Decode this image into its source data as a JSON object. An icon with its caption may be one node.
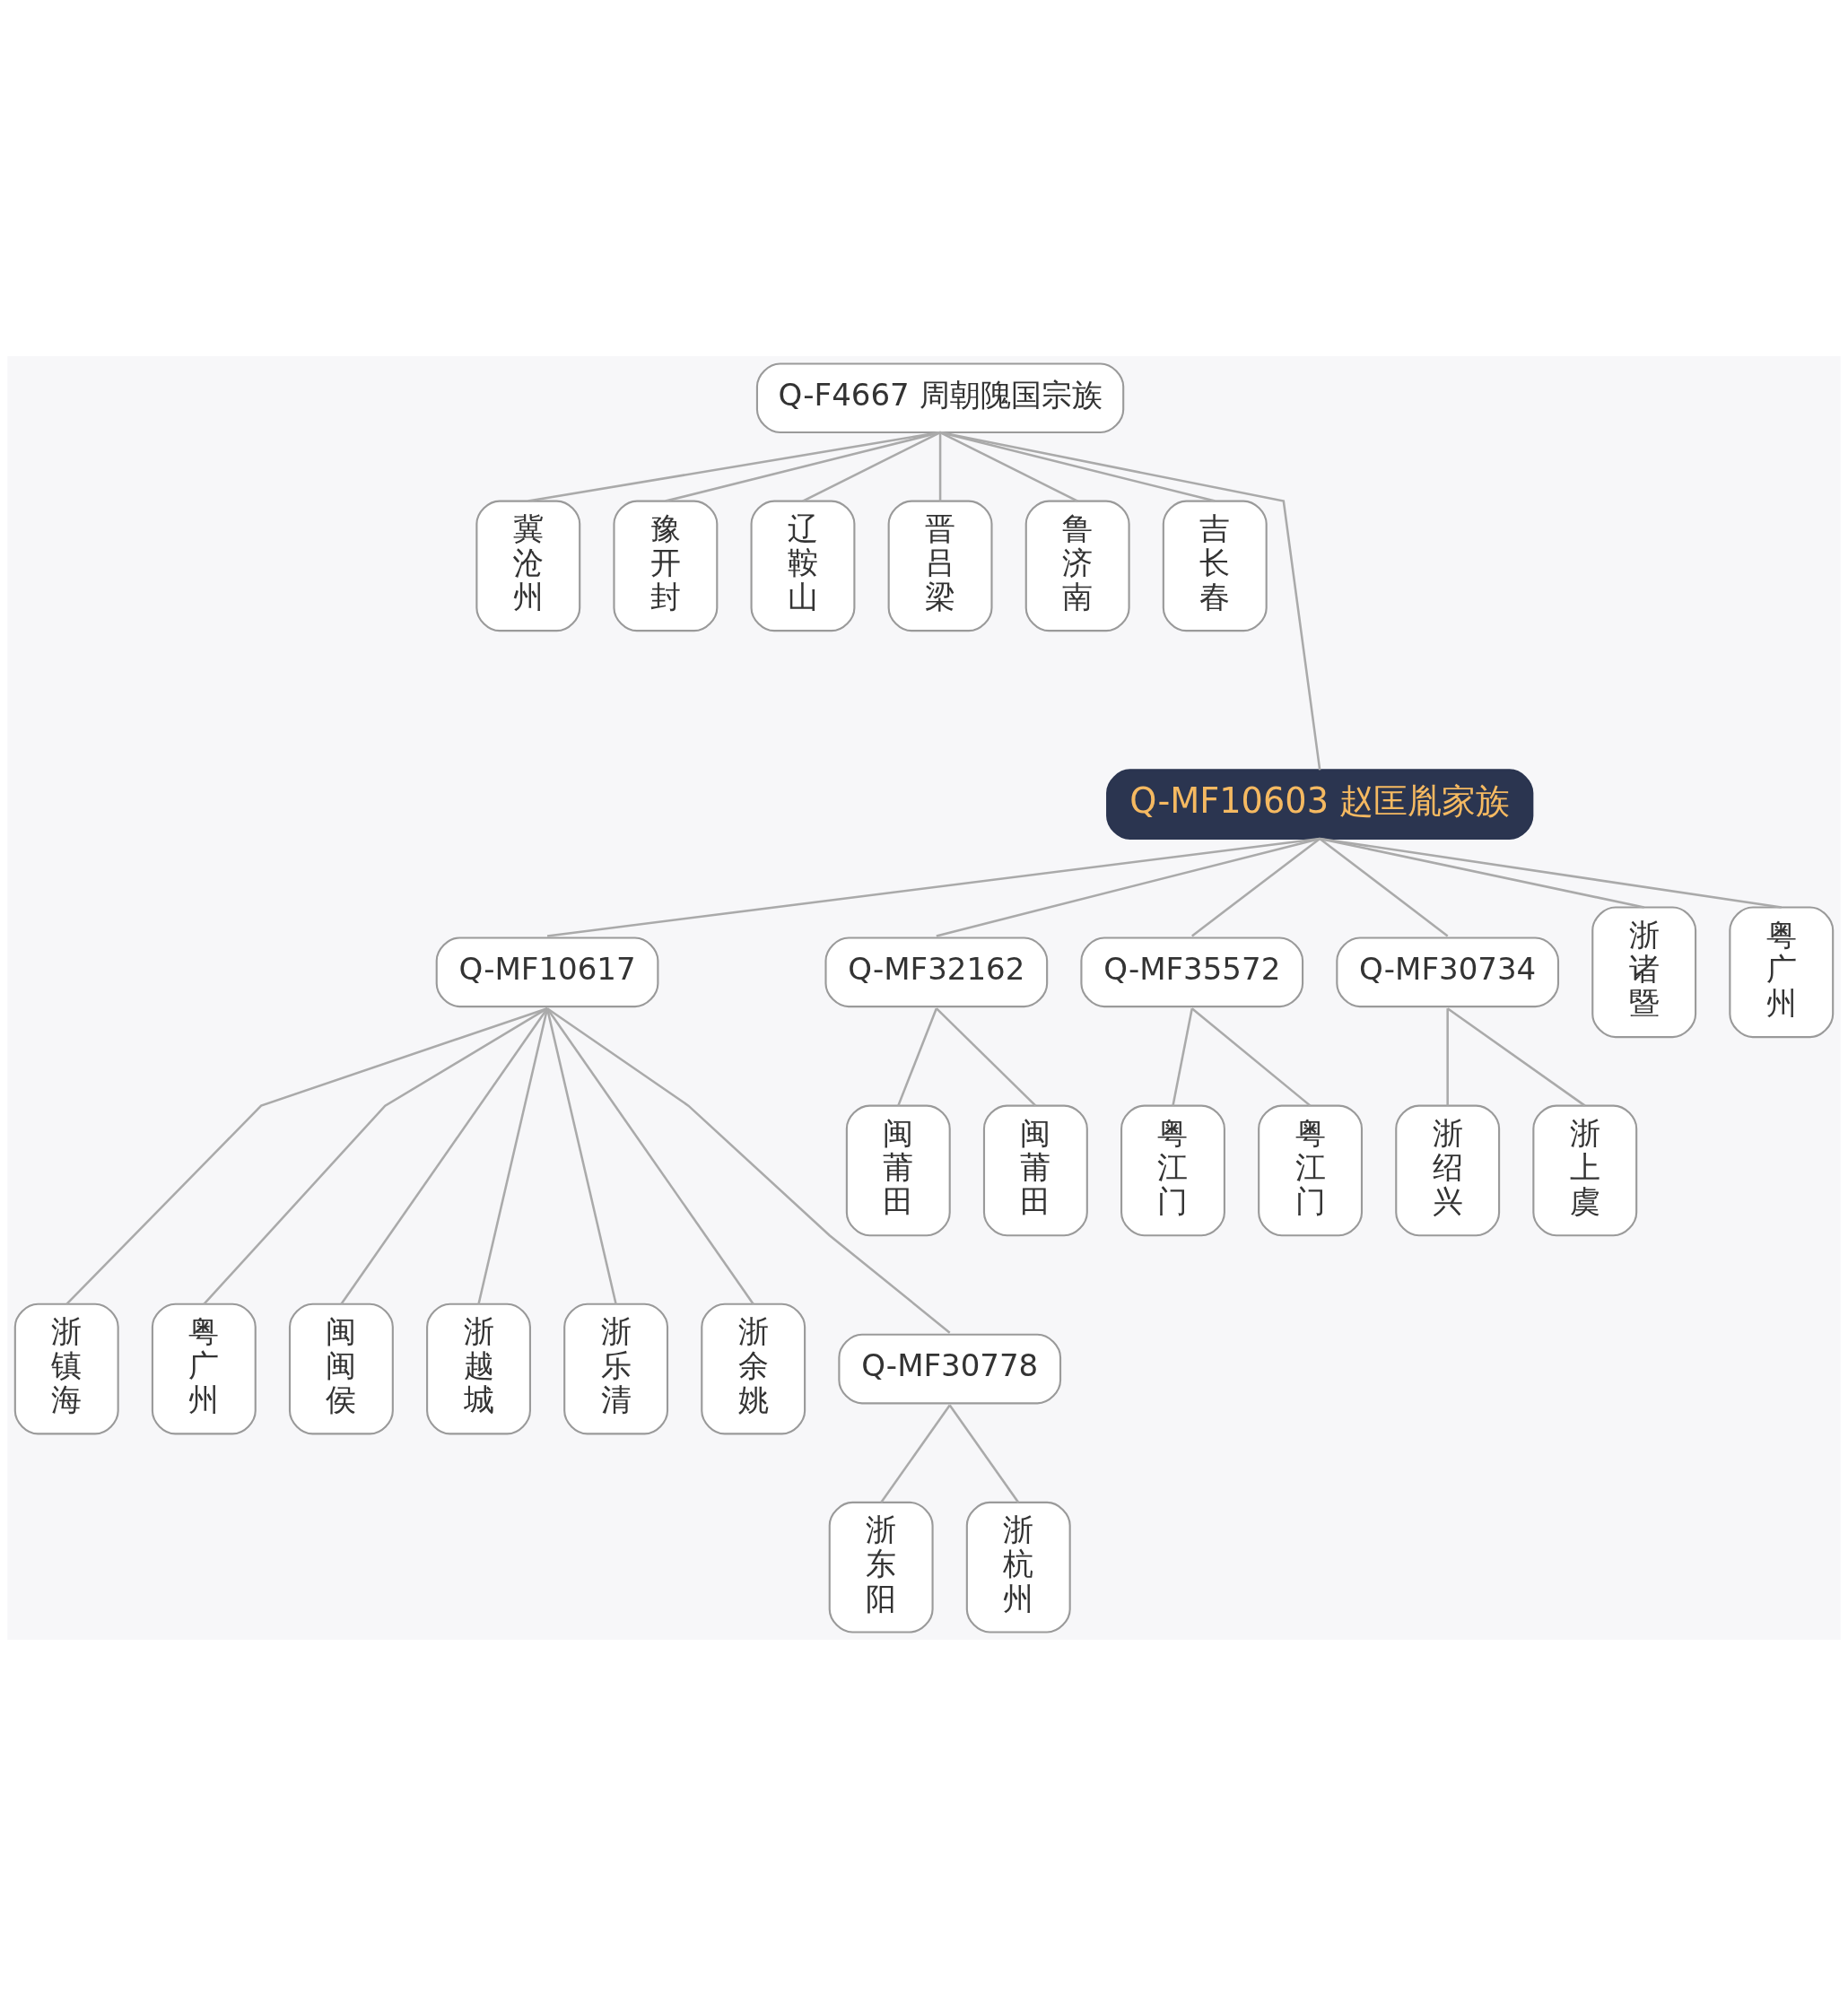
{
  "diagram": {
    "nodes": [
      {
        "text": [
          "Q-F4667 周朝隗国宗族"
        ]
      },
      {
        "text": [
          "冀沧州"
        ]
      },
      {
        "text": [
          "豫开封"
        ]
      },
      {
        "text": [
          "辽鞍山"
        ]
      },
      {
        "text": [
          "晋吕梁"
        ]
      },
      {
        "text": [
          "鲁济南"
        ]
      },
      {
        "text": [
          "吉长春"
        ]
      },
      {
        "text": [
          "Q-MF10603 赵匡胤家族"
        ]
      },
      {
        "text": [
          "Q-MF10617"
        ]
      },
      {
        "text": [
          "Q-MF32162"
        ]
      },
      {
        "text": [
          "Q-MF35572"
        ]
      },
      {
        "text": [
          "Q-MF30734"
        ]
      },
      {
        "text": [
          "浙诸暨"
        ]
      },
      {
        "text": [
          "粤广州"
        ]
      },
      {
        "text": [
          "闽莆田"
        ]
      },
      {
        "text": [
          "闽莆田"
        ]
      },
      {
        "text": [
          "粤江门"
        ]
      },
      {
        "text": [
          "粤江门"
        ]
      },
      {
        "text": [
          "浙绍兴"
        ]
      },
      {
        "text": [
          "浙上虞"
        ]
      },
      {
        "text": [
          "浙镇海"
        ]
      },
      {
        "text": [
          "粤广州"
        ]
      },
      {
        "text": [
          "闽闽侯"
        ]
      },
      {
        "text": [
          "浙越城"
        ]
      },
      {
        "text": [
          "浙乐清"
        ]
      },
      {
        "text": [
          "浙余姚"
        ]
      },
      {
        "text": [
          "Q-MF30778"
        ]
      },
      {
        "text": [
          "浙东阳"
        ]
      },
      {
        "text": [
          "浙杭州"
        ]
      }
    ],
    "edges": [
      {
        "from": 0,
        "to": 7,
        "arrow": "none"
      },
      {
        "from": 0,
        "to": 1,
        "arrow": "none"
      },
      {
        "from": 0,
        "to": 2,
        "arrow": "none"
      },
      {
        "from": 0,
        "to": 3,
        "arrow": "none"
      },
      {
        "from": 0,
        "to": 4,
        "arrow": "none"
      },
      {
        "from": 0,
        "to": 5,
        "arrow": "none"
      },
      {
        "from": 0,
        "to": 6,
        "arrow": "none"
      },
      {
        "from": 7,
        "to": 8,
        "arrow": "none"
      },
      {
        "from": 7,
        "to": 9,
        "arrow": "none"
      },
      {
        "from": 7,
        "to": 10,
        "arrow": "none"
      },
      {
        "from": 7,
        "to": 11,
        "arrow": "none"
      },
      {
        "from": 7,
        "to": 12,
        "arrow": "none"
      },
      {
        "from": 7,
        "to": 13,
        "arrow": "none"
      },
      {
        "from": 9,
        "to": 14,
        "arrow": "none"
      },
      {
        "from": 9,
        "to": 15,
        "arrow": "none"
      },
      {
        "from": 10,
        "to": 16,
        "arrow": "none"
      },
      {
        "from": 10,
        "to": 17,
        "arrow": "none"
      },
      {
        "from": 11,
        "to": 18,
        "arrow": "none"
      },
      {
        "from": 11,
        "to": 19,
        "arrow": "none"
      },
      {
        "from": 8,
        "to": 20,
        "arrow": "none"
      },
      {
        "from": 8,
        "to": 21,
        "arrow": "none"
      },
      {
        "from": 8,
        "to": 22,
        "arrow": "none"
      },
      {
        "from": 8,
        "to": 23,
        "arrow": "none"
      },
      {
        "from": 8,
        "to": 24,
        "arrow": "none"
      },
      {
        "from": 8,
        "to": 25,
        "arrow": "none"
      },
      {
        "from": 8,
        "to": 26,
        "arrow": "none"
      },
      {
        "from": 26,
        "to": 27,
        "arrow": "none"
      },
      {
        "from": 26,
        "to": 28,
        "arrow": "none"
      }
    ]
  }
}
